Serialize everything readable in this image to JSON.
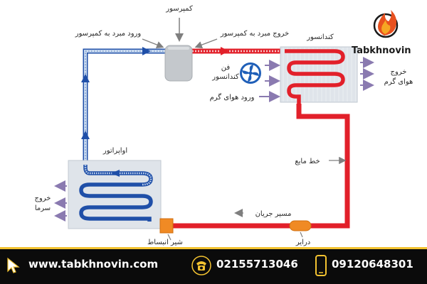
{
  "brand": {
    "name": "Tabkhnovin",
    "logo_icon": "flame-logo-icon"
  },
  "labels": {
    "compressor": "کمپرسور",
    "compressor_inlet": "ورود مبرد به کمپرسور",
    "compressor_outlet": "خروج مبرد به کمپرسور",
    "condenser": "کندانسور",
    "condenser_fan_line1": "فن",
    "condenser_fan_line2": "کندانسور",
    "hot_air_in": "ورود هوای گرم",
    "hot_air_out_line1": "خروج",
    "hot_air_out_line2": "هوای گرم",
    "evaporator": "اواپراتور",
    "cold_out_line1": "خروج",
    "cold_out_line2": "سرما",
    "liquid_line": "خط مایع",
    "flow_path": "مسیر جریان",
    "expansion_valve": "شیر انبساط",
    "drier": "درایر"
  },
  "footer": {
    "website": "www.tabkhnovin.com",
    "phone1": "02155713046",
    "phone2": "09120648301",
    "icons": [
      "cursor-icon",
      "telephone-icon",
      "mobile-phone-icon"
    ]
  },
  "colors": {
    "hot_line": "#e2202a",
    "cold_line": "#1f4fa8",
    "suction_line": "#9db9de",
    "arrow_purple": "#8a7ab0",
    "device_grey": "#c4c8cc",
    "valve_orange": "#f08a24",
    "footer_bg": "#0b0b0b",
    "footer_accent": "#f2c230"
  }
}
